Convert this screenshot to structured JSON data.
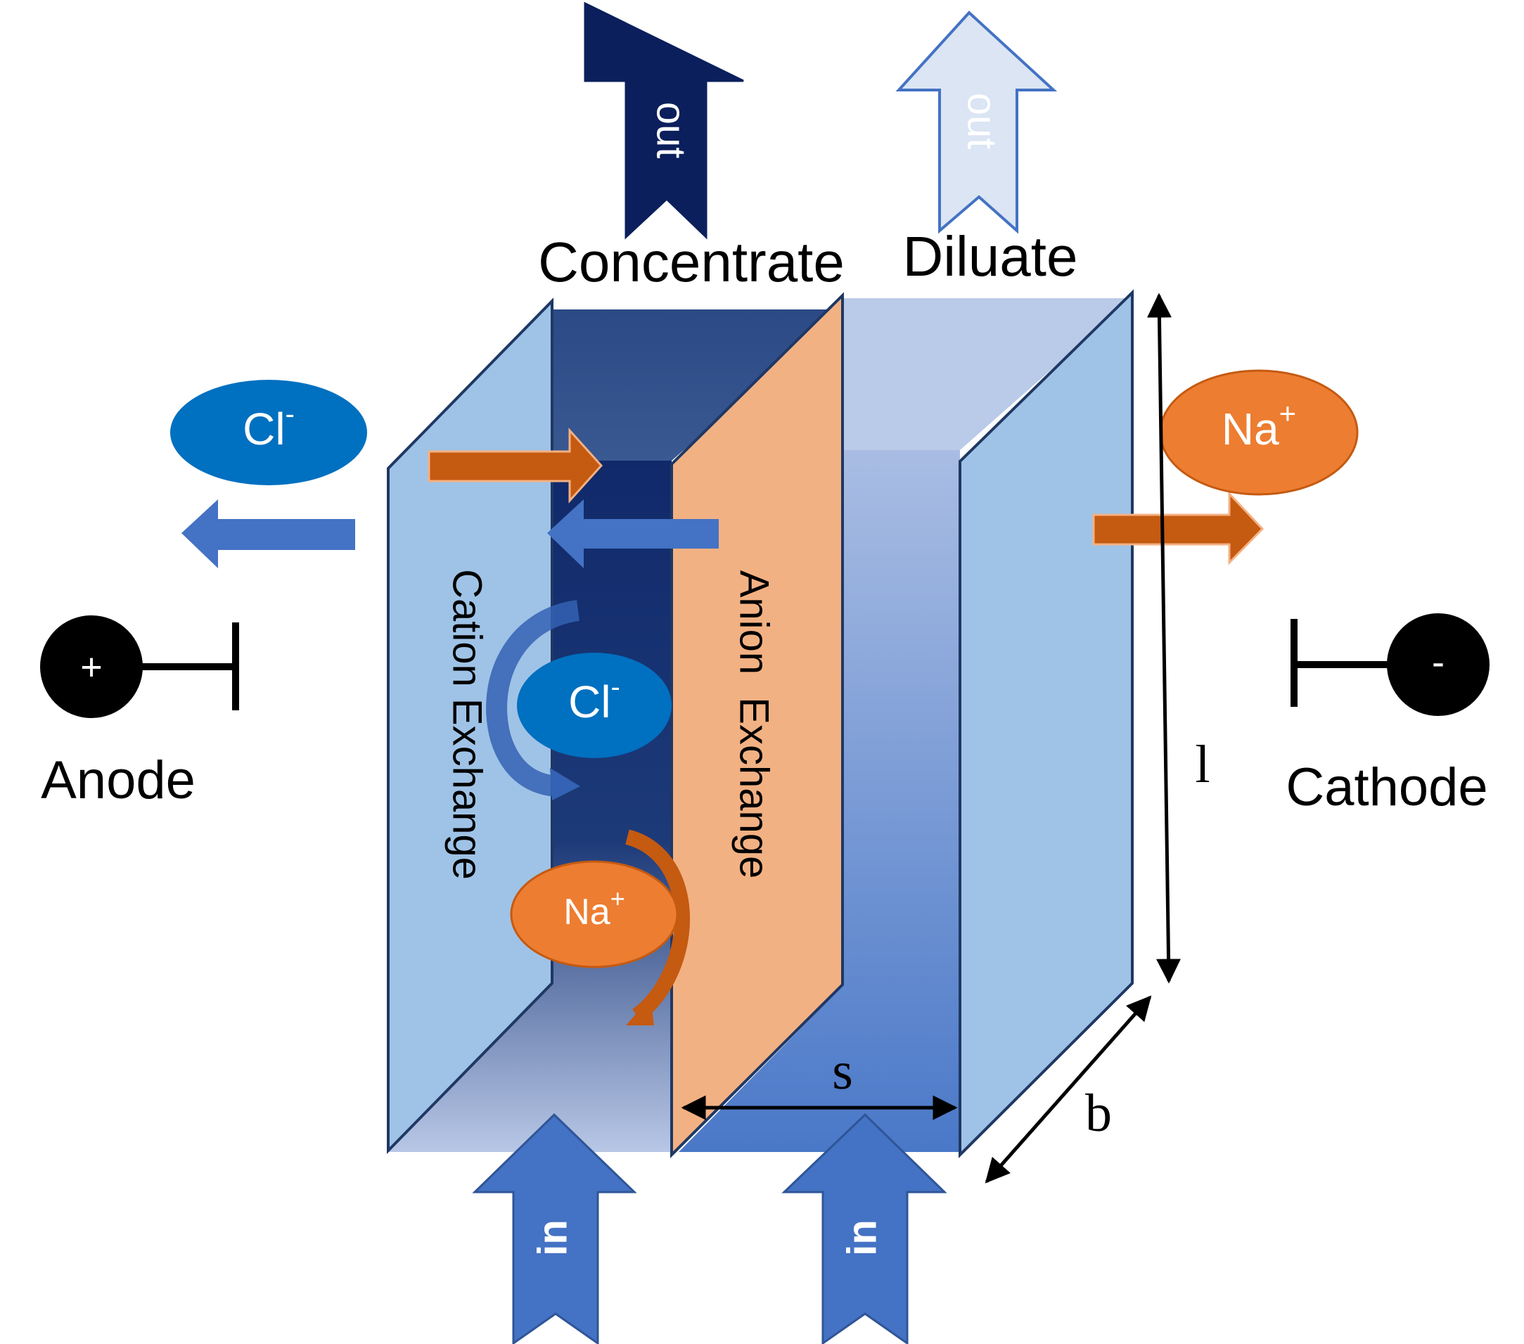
{
  "labels": {
    "concentrate": "Concentrate",
    "diluate": "Diluate",
    "anode": "Anode",
    "cathode": "Cathode",
    "anode_sign": "+",
    "cathode_sign": "-",
    "cation_membrane": "Cation Exchange",
    "anion_membrane": "Anion  Exchange",
    "flow_out": "out",
    "flow_in": "in",
    "dim_length": "l",
    "dim_spacing": "s",
    "dim_breadth": "b"
  },
  "ions": {
    "chloride": {
      "symbol": "Cl",
      "charge": "-"
    },
    "sodium": {
      "symbol": "Na",
      "charge": "+"
    }
  },
  "colors": {
    "concentrate_dark": "#0b1f5c",
    "diluate_light": "#dbe5f3",
    "cation_membrane": "#9fc3e6",
    "anion_membrane": "#f2b183",
    "chloride": "#0070c0",
    "sodium": "#ed7d31",
    "arrow_blue": "#4472c4",
    "arrow_orange": "#c55a11"
  }
}
